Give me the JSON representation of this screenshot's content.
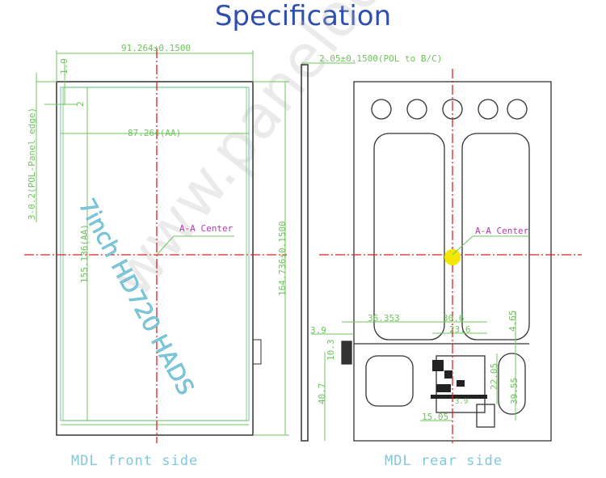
{
  "title": "Specification",
  "watermark": "www.panelook.com",
  "model_label": "7inch HD720 HADS",
  "front": {
    "caption": "MDL front side",
    "width_dim": "91.264±0.1500",
    "aa_width": "87.264(AA)",
    "aa_height": "155.136(AA)",
    "height_dim": "164.736±0.1500",
    "top_gap": "1.9",
    "side_gap": "2",
    "panel_edge": "3-0.2(POL-Panel edge)",
    "center_label": "A-A Center"
  },
  "side": {
    "thickness": "2.05±0.1500(POL to B/C)"
  },
  "rear": {
    "caption": "MDL rear side",
    "center_label": "A-A Center",
    "dims": [
      "36.353",
      "30.6",
      "23.6",
      "4.65",
      "3.9",
      "10.3",
      "40.7",
      "22.05",
      "39.55",
      "15.05",
      "3.9"
    ]
  },
  "colors": {
    "title": "#2f4fb0",
    "dimension": "#6cc45a",
    "centerline": "#e02020",
    "label": "#b03ab0",
    "caption": "#7ec9dc"
  }
}
